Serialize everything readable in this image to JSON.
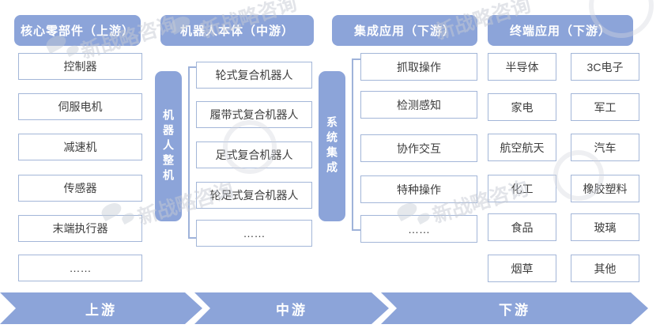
{
  "diagram": {
    "headers": {
      "core_components": "核心零部件（上游）",
      "robot_body": "机器人本体（中游）",
      "integrated_apps": "集成应用（下游）",
      "terminal_apps": "终端应用（下游）"
    },
    "upstream_items": [
      "控制器",
      "伺服电机",
      "减速机",
      "传感器",
      "末端执行器",
      "……"
    ],
    "robot_body_bar": "机器人整机",
    "robot_body_items": [
      "轮式复合机器人",
      "履带式复合机器人",
      "足式复合机器人",
      "轮足式复合机器人",
      "……"
    ],
    "system_integration_bar": "系统集成",
    "integration_items": [
      "抓取操作",
      "检测感知",
      "协作交互",
      "特种操作",
      "……"
    ],
    "terminal_items_col1": [
      "半导体",
      "家电",
      "航空航天",
      "化工",
      "食品",
      "烟草"
    ],
    "terminal_items_col2": [
      "3C电子",
      "军工",
      "汽车",
      "橡胶塑料",
      "玻璃",
      "其他"
    ],
    "flow_labels": [
      "上游",
      "中游",
      "下游"
    ],
    "watermark_text": "新战略咨询",
    "colors": {
      "primary_blue": "#8CA4D9",
      "box_border": "#A3B6D8",
      "box_text": "#3d3d3d",
      "watermark_gray": "#c6cbd4"
    }
  }
}
